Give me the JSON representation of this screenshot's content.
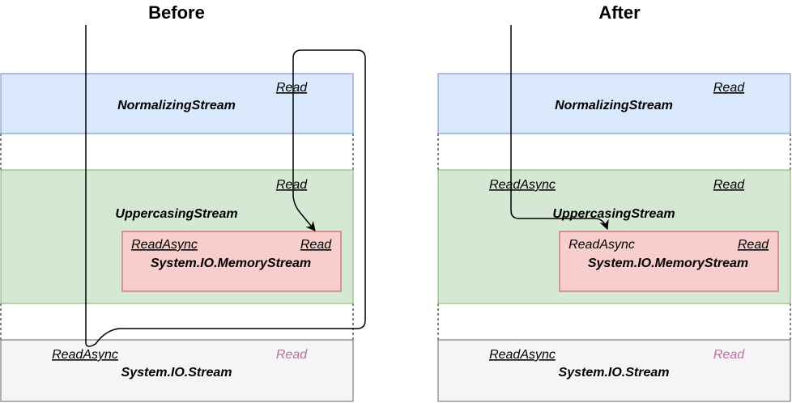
{
  "titles": {
    "before": "Before",
    "after": "After"
  },
  "before": {
    "normalizing": {
      "name": "NormalizingStream",
      "read": "Read"
    },
    "uppercasing": {
      "name": "UppercasingStream",
      "read": "Read"
    },
    "memory": {
      "name": "System.IO.MemoryStream",
      "read_async": "ReadAsync",
      "read": "Read"
    },
    "base": {
      "name": "System.IO.Stream",
      "read_async": "ReadAsync",
      "read": "Read"
    }
  },
  "after": {
    "normalizing": {
      "name": "NormalizingStream",
      "read": "Read"
    },
    "uppercasing": {
      "name": "UppercasingStream",
      "read_async": "ReadAsync",
      "read": "Read"
    },
    "memory": {
      "name": "System.IO.MemoryStream",
      "read_async": "ReadAsync",
      "read": "Read"
    },
    "base": {
      "name": "System.IO.Stream",
      "read_async": "ReadAsync",
      "read": "Read"
    }
  },
  "colors": {
    "normalizing_fill": "#dae8fc",
    "normalizing_stroke": "#6c8ebf",
    "uppercasing_fill": "#d5e8d4",
    "uppercasing_stroke": "#82b366",
    "memory_fill": "#f8cecc",
    "memory_stroke": "#b85450",
    "base_fill": "#f5f5f5",
    "base_stroke": "#666666",
    "inherited_read": "#b5739d"
  }
}
